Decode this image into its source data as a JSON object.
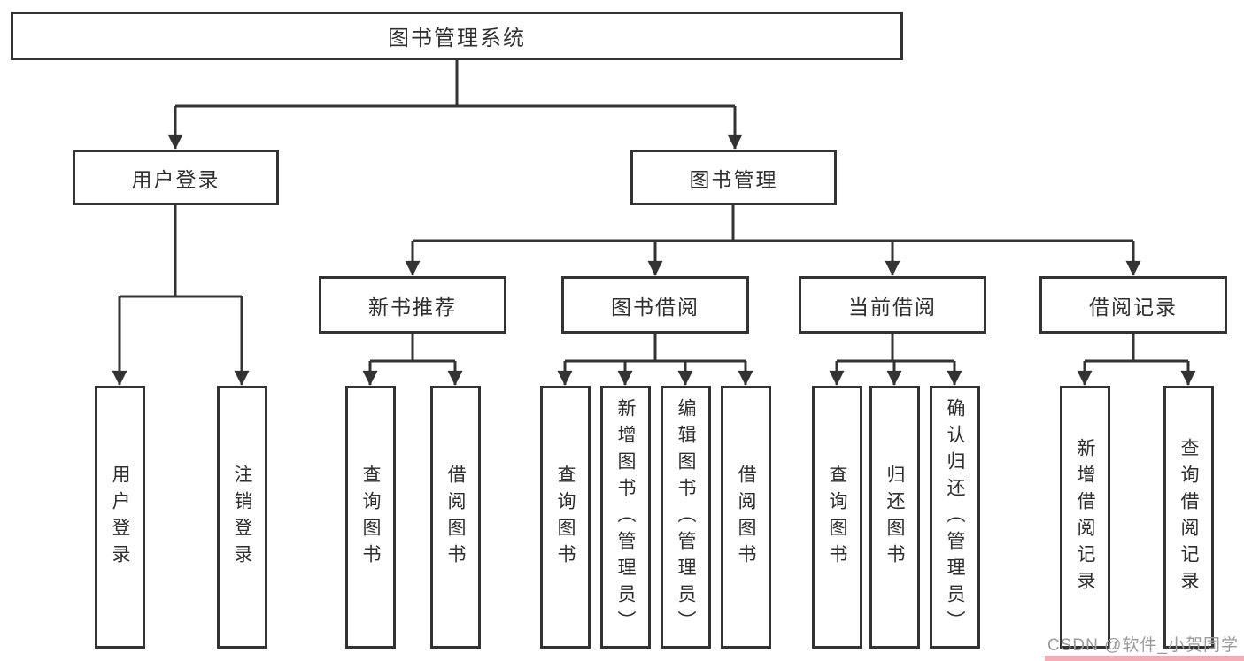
{
  "nodes": {
    "root": {
      "label": "图书管理系统"
    },
    "user_login": {
      "label": "用户登录"
    },
    "book_mgmt": {
      "label": "图书管理"
    },
    "new_book_rec": {
      "label": "新书推荐"
    },
    "book_borrow": {
      "label": "图书借阅"
    },
    "current_borrow": {
      "label": "当前借阅"
    },
    "borrow_record": {
      "label": "借阅记录"
    },
    "leaf_user_login": {
      "label": "用户登录"
    },
    "leaf_logout": {
      "label": "注销登录"
    },
    "leaf_nb_query": {
      "label": "查询图书"
    },
    "leaf_nb_borrow": {
      "label": "借阅图书"
    },
    "leaf_bb_query": {
      "label": "查询图书"
    },
    "leaf_bb_add": {
      "label": "新增图书（管理员）"
    },
    "leaf_bb_edit": {
      "label": "编辑图书（管理员）"
    },
    "leaf_bb_borrow": {
      "label": "借阅图书"
    },
    "leaf_cb_query": {
      "label": "查询图书"
    },
    "leaf_cb_return": {
      "label": "归还图书"
    },
    "leaf_cb_confirm": {
      "label": "确认归还（管理员）"
    },
    "leaf_br_add": {
      "label": "新增借阅记录"
    },
    "leaf_br_query": {
      "label": "查询借阅记录"
    }
  },
  "structure": {
    "root_id": "root",
    "children": {
      "root": [
        "user_login",
        "book_mgmt"
      ],
      "user_login": [
        "leaf_user_login",
        "leaf_logout"
      ],
      "book_mgmt": [
        "new_book_rec",
        "book_borrow",
        "current_borrow",
        "borrow_record"
      ],
      "new_book_rec": [
        "leaf_nb_query",
        "leaf_nb_borrow"
      ],
      "book_borrow": [
        "leaf_bb_query",
        "leaf_bb_add",
        "leaf_bb_edit",
        "leaf_bb_borrow"
      ],
      "current_borrow": [
        "leaf_cb_query",
        "leaf_cb_return",
        "leaf_cb_confirm"
      ],
      "borrow_record": [
        "leaf_br_add",
        "leaf_br_query"
      ]
    }
  },
  "watermark": {
    "text": "CSDN @软件_小贺同学"
  },
  "colors": {
    "background": "#ffffff",
    "line": "#333333",
    "box_border": "#333333",
    "text": "#2e2e2e",
    "watermark_text": "#9b9b9b",
    "watermark_accent": "#f2aeb4"
  }
}
